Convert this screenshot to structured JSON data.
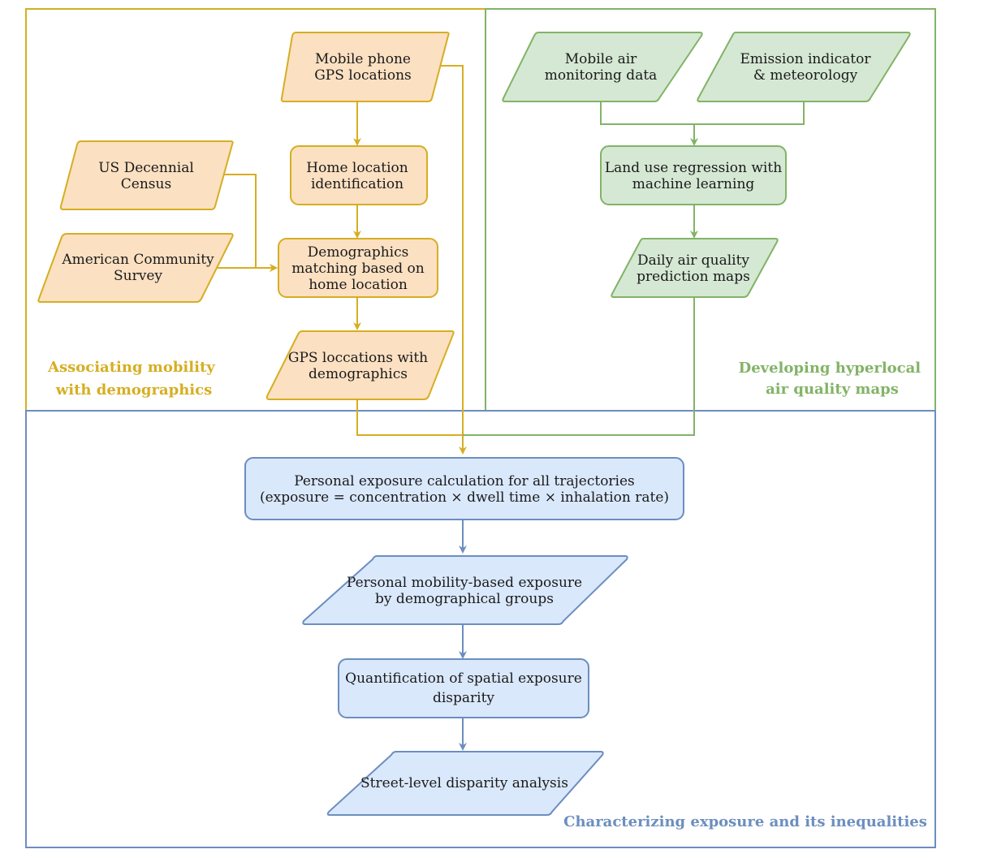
{
  "sections": {
    "mobility": {
      "title_lines": [
        "Associating mobility",
        "with demographics"
      ],
      "color": "#d6ae22"
    },
    "air": {
      "title_lines": [
        "Developing hyperlocal",
        "air quality maps"
      ],
      "color": "#82b366"
    },
    "exposure": {
      "title_lines": [
        "Characterizing exposure and its inequalities"
      ],
      "color": "#6c8ebf"
    }
  },
  "palette": {
    "orange": {
      "fill": "#fbe0c2",
      "stroke": "#d6ae22"
    },
    "green": {
      "fill": "#d5e8d4",
      "stroke": "#82b366"
    },
    "blue": {
      "fill": "#dae8fc",
      "stroke": "#6c8ebf"
    }
  },
  "nodes": {
    "mobile_phone_gps": {
      "lines": [
        "Mobile phone",
        "GPS locations"
      ]
    },
    "us_census": {
      "lines": [
        "US Decennial",
        "Census"
      ]
    },
    "acs": {
      "lines": [
        "American Community",
        "Survey"
      ]
    },
    "home_location": {
      "lines": [
        "Home location",
        "identification"
      ]
    },
    "demographics_matching": {
      "lines": [
        "Demographics",
        "matching based on",
        "home location"
      ]
    },
    "gps_with_demographics": {
      "lines": [
        "GPS loccations with",
        "demographics"
      ]
    },
    "mobile_air": {
      "lines": [
        "Mobile air",
        "monitoring data"
      ]
    },
    "emission": {
      "lines": [
        "Emission indicator",
        "& meteorology"
      ]
    },
    "lur": {
      "lines": [
        "Land use regression with",
        "machine learning"
      ]
    },
    "daily_maps": {
      "lines": [
        "Daily air quality",
        "prediction maps"
      ]
    },
    "exposure_calc": {
      "lines": [
        "Personal exposure calculation for all trajectories",
        "(exposure = concentration × dwell time × inhalation rate)"
      ]
    },
    "mobility_exposure": {
      "lines": [
        "Personal mobility-based exposure",
        "by demographical groups"
      ]
    },
    "quantification": {
      "lines": [
        "Quantification of spatial exposure",
        "disparity"
      ]
    },
    "street_level": {
      "lines": [
        "Street-level disparity analysis"
      ]
    }
  }
}
